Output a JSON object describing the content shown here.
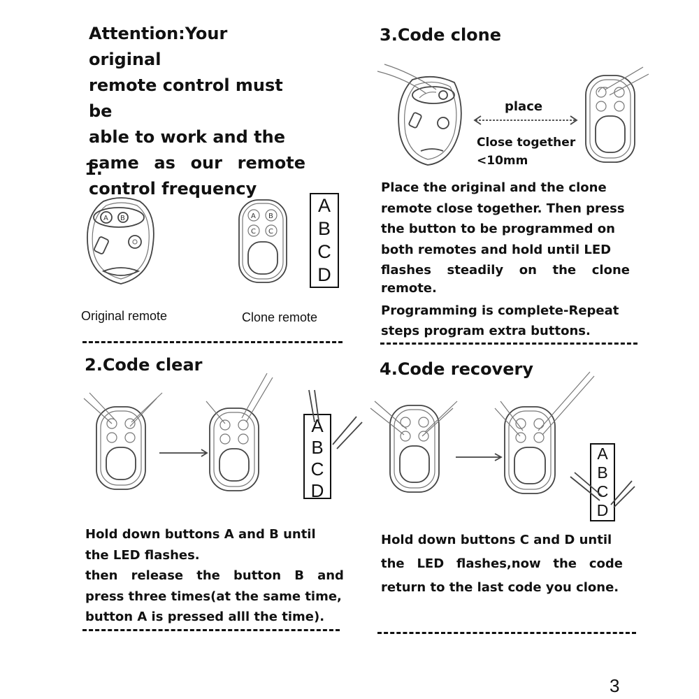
{
  "attention": {
    "lines": [
      "Attention:Your original",
      "remote control must be",
      "able to work and the"
    ],
    "justified_words": [
      "same",
      "as",
      "our",
      "remote"
    ],
    "last_line": "control frequency"
  },
  "step1": {
    "heading": "1.",
    "original_caption": "Original remote",
    "clone_caption": "Clone remote",
    "letters": [
      "A",
      "B",
      "C",
      "D"
    ],
    "original_buttons": [
      "A",
      "B"
    ],
    "clone_buttons": [
      "A",
      "B",
      "C",
      "C"
    ]
  },
  "step2": {
    "heading": "2.Code clear",
    "letters": [
      "A",
      "B",
      "C",
      "D"
    ],
    "lines": [
      {
        "words": [
          "Hold down buttons A  and  B  until"
        ],
        "justify": false
      },
      {
        "words": [
          "the LED flashes."
        ],
        "justify": false
      },
      {
        "words": [
          "then",
          "release",
          "the",
          "button",
          "B",
          "and"
        ],
        "justify": true
      },
      {
        "words": [
          "press three times(at the same time,"
        ],
        "justify": false
      },
      {
        "words": [
          "button A is pressed alll the time)."
        ],
        "justify": false
      }
    ]
  },
  "step3": {
    "heading": "3.Code clone",
    "place_label": "place",
    "close_label_1": "Close together",
    "close_label_2": "<10mm",
    "lines": [
      {
        "words": [
          "Place the original and the clone"
        ],
        "justify": false
      },
      {
        "words": [
          "remote close together. Then press"
        ],
        "justify": false
      },
      {
        "words": [
          "the button to be programmed on"
        ],
        "justify": false
      },
      {
        "words": [
          "both remotes and hold until LED"
        ],
        "justify": false
      },
      {
        "words": [
          "flashes",
          "steadily",
          "on",
          "the",
          "clone"
        ],
        "justify": true
      },
      {
        "words": [
          "remote."
        ],
        "justify": false
      },
      {
        "words": [
          "Programming is complete-Repeat"
        ],
        "justify": false
      },
      {
        "words": [
          "steps program extra buttons."
        ],
        "justify": false
      }
    ]
  },
  "step4": {
    "heading": "4.Code recovery",
    "letters": [
      "A",
      "B",
      "C",
      "D"
    ],
    "lines": [
      {
        "words": [
          "Hold down buttons C and D until"
        ],
        "justify": false
      },
      {
        "words": [
          "the",
          "LED",
          "flashes,now",
          "the",
          "code"
        ],
        "justify": true
      },
      {
        "words": [
          "return to the last code you clone."
        ],
        "justify": false
      }
    ]
  },
  "page_number": "3"
}
